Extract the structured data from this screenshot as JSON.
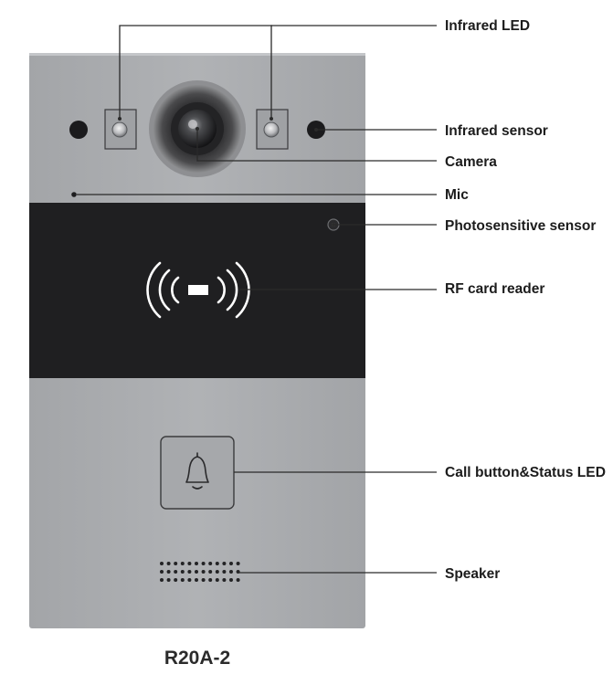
{
  "device": {
    "model": "R20A-2",
    "panel_color": "#a8aaad",
    "band_color": "#1f1f21",
    "icon_color": "#ffffff"
  },
  "callouts": {
    "infrared_led": "Infrared LED",
    "infrared_sensor": "Infrared sensor",
    "camera": "Camera",
    "mic": "Mic",
    "photosensitive_sensor": "Photosensitive sensor",
    "rf_card_reader": "RF card reader",
    "call_button": "Call button&Status LED",
    "speaker": "Speaker"
  },
  "icons": {
    "rf_card_reader": "rfid-waves-icon",
    "call_button": "bell-icon"
  }
}
